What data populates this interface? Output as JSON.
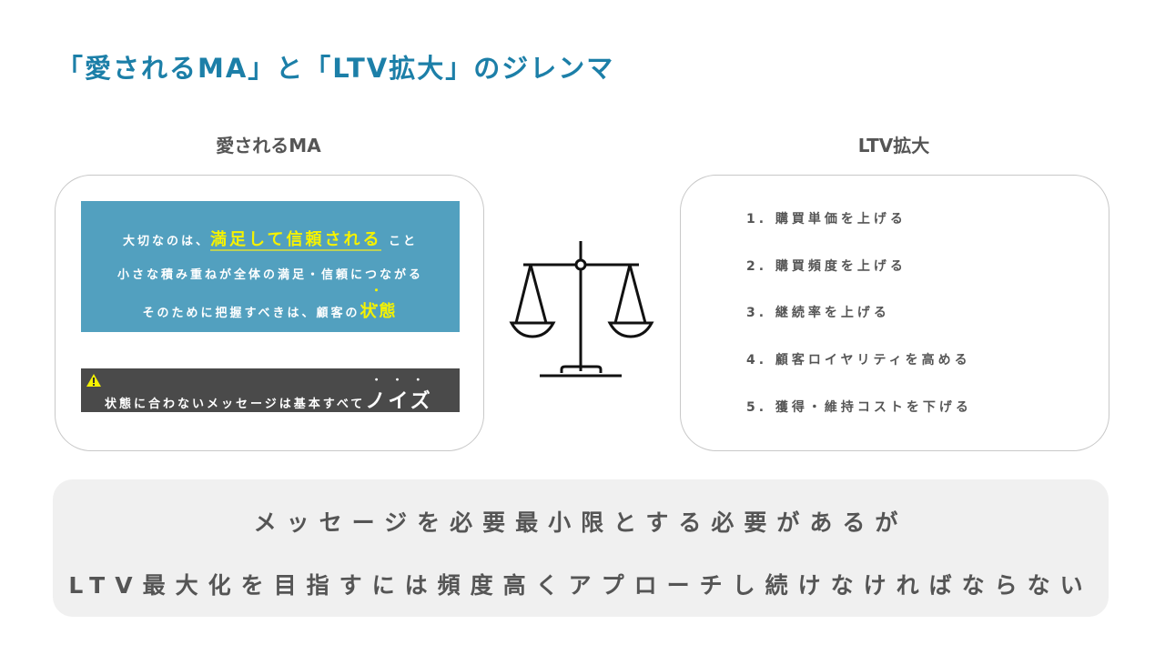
{
  "title": "「愛されるMA」と「LTV拡大」のジレンマ",
  "left": {
    "heading": "愛されるMA",
    "line1_pre": "大切なのは、",
    "line1_hl": "満足して信頼される",
    "line1_post": " こと",
    "line2": "小さな積み重ねが全体の満足・信頼につながる",
    "line3_pre": "そのために把握すべきは、顧客の",
    "line3_hl": "状態",
    "warning_pre": "状態に合わないメッセージは基本すべて",
    "warning_hl": "ノイズ"
  },
  "right": {
    "heading": "LTV拡大",
    "items": [
      "1. 購買単価を上げる",
      "2. 購買頻度を上げる",
      "3. 継続率を上げる",
      "4. 顧客ロイヤリティを高める",
      "5. 獲得・維持コストを下げる"
    ]
  },
  "bottom": {
    "line1": "メッセージを必要最小限とする必要があるが",
    "line2": "LTV最大化を目指すには頻度高くアプローチし続けなければならない"
  },
  "colors": {
    "title": "#1c7fa8",
    "blue_box": "#52a0bf",
    "highlight": "#f5f200",
    "dark_box": "#4a4a4a"
  }
}
